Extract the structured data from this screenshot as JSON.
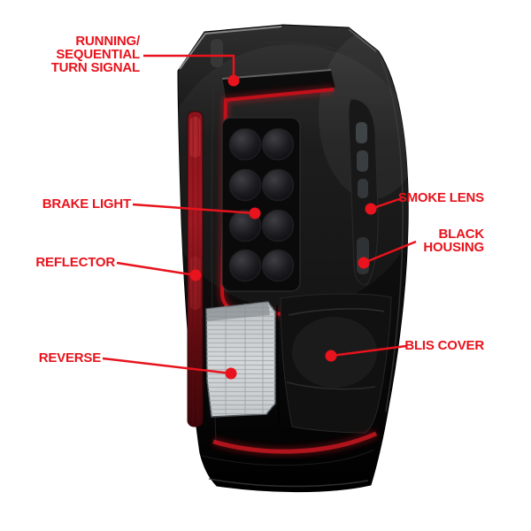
{
  "diagram": {
    "background": "#ffffff",
    "accent_red": "#e8131c",
    "subject": "smoked-black-tail-light",
    "callouts": {
      "running_turn_signal": {
        "lines": [
          "RUNNING/",
          "SEQUENTIAL",
          "TURN SIGNAL"
        ]
      },
      "brake_light": {
        "label": "BRAKE LIGHT"
      },
      "reflector": {
        "label": "REFLECTOR"
      },
      "reverse": {
        "label": "REVERSE"
      },
      "smoke_lens": {
        "label": "SMOKE LENS"
      },
      "black_housing": {
        "lines": [
          "BLACK",
          "HOUSING"
        ]
      },
      "blis_cover": {
        "label": "BLIS COVER"
      }
    }
  }
}
